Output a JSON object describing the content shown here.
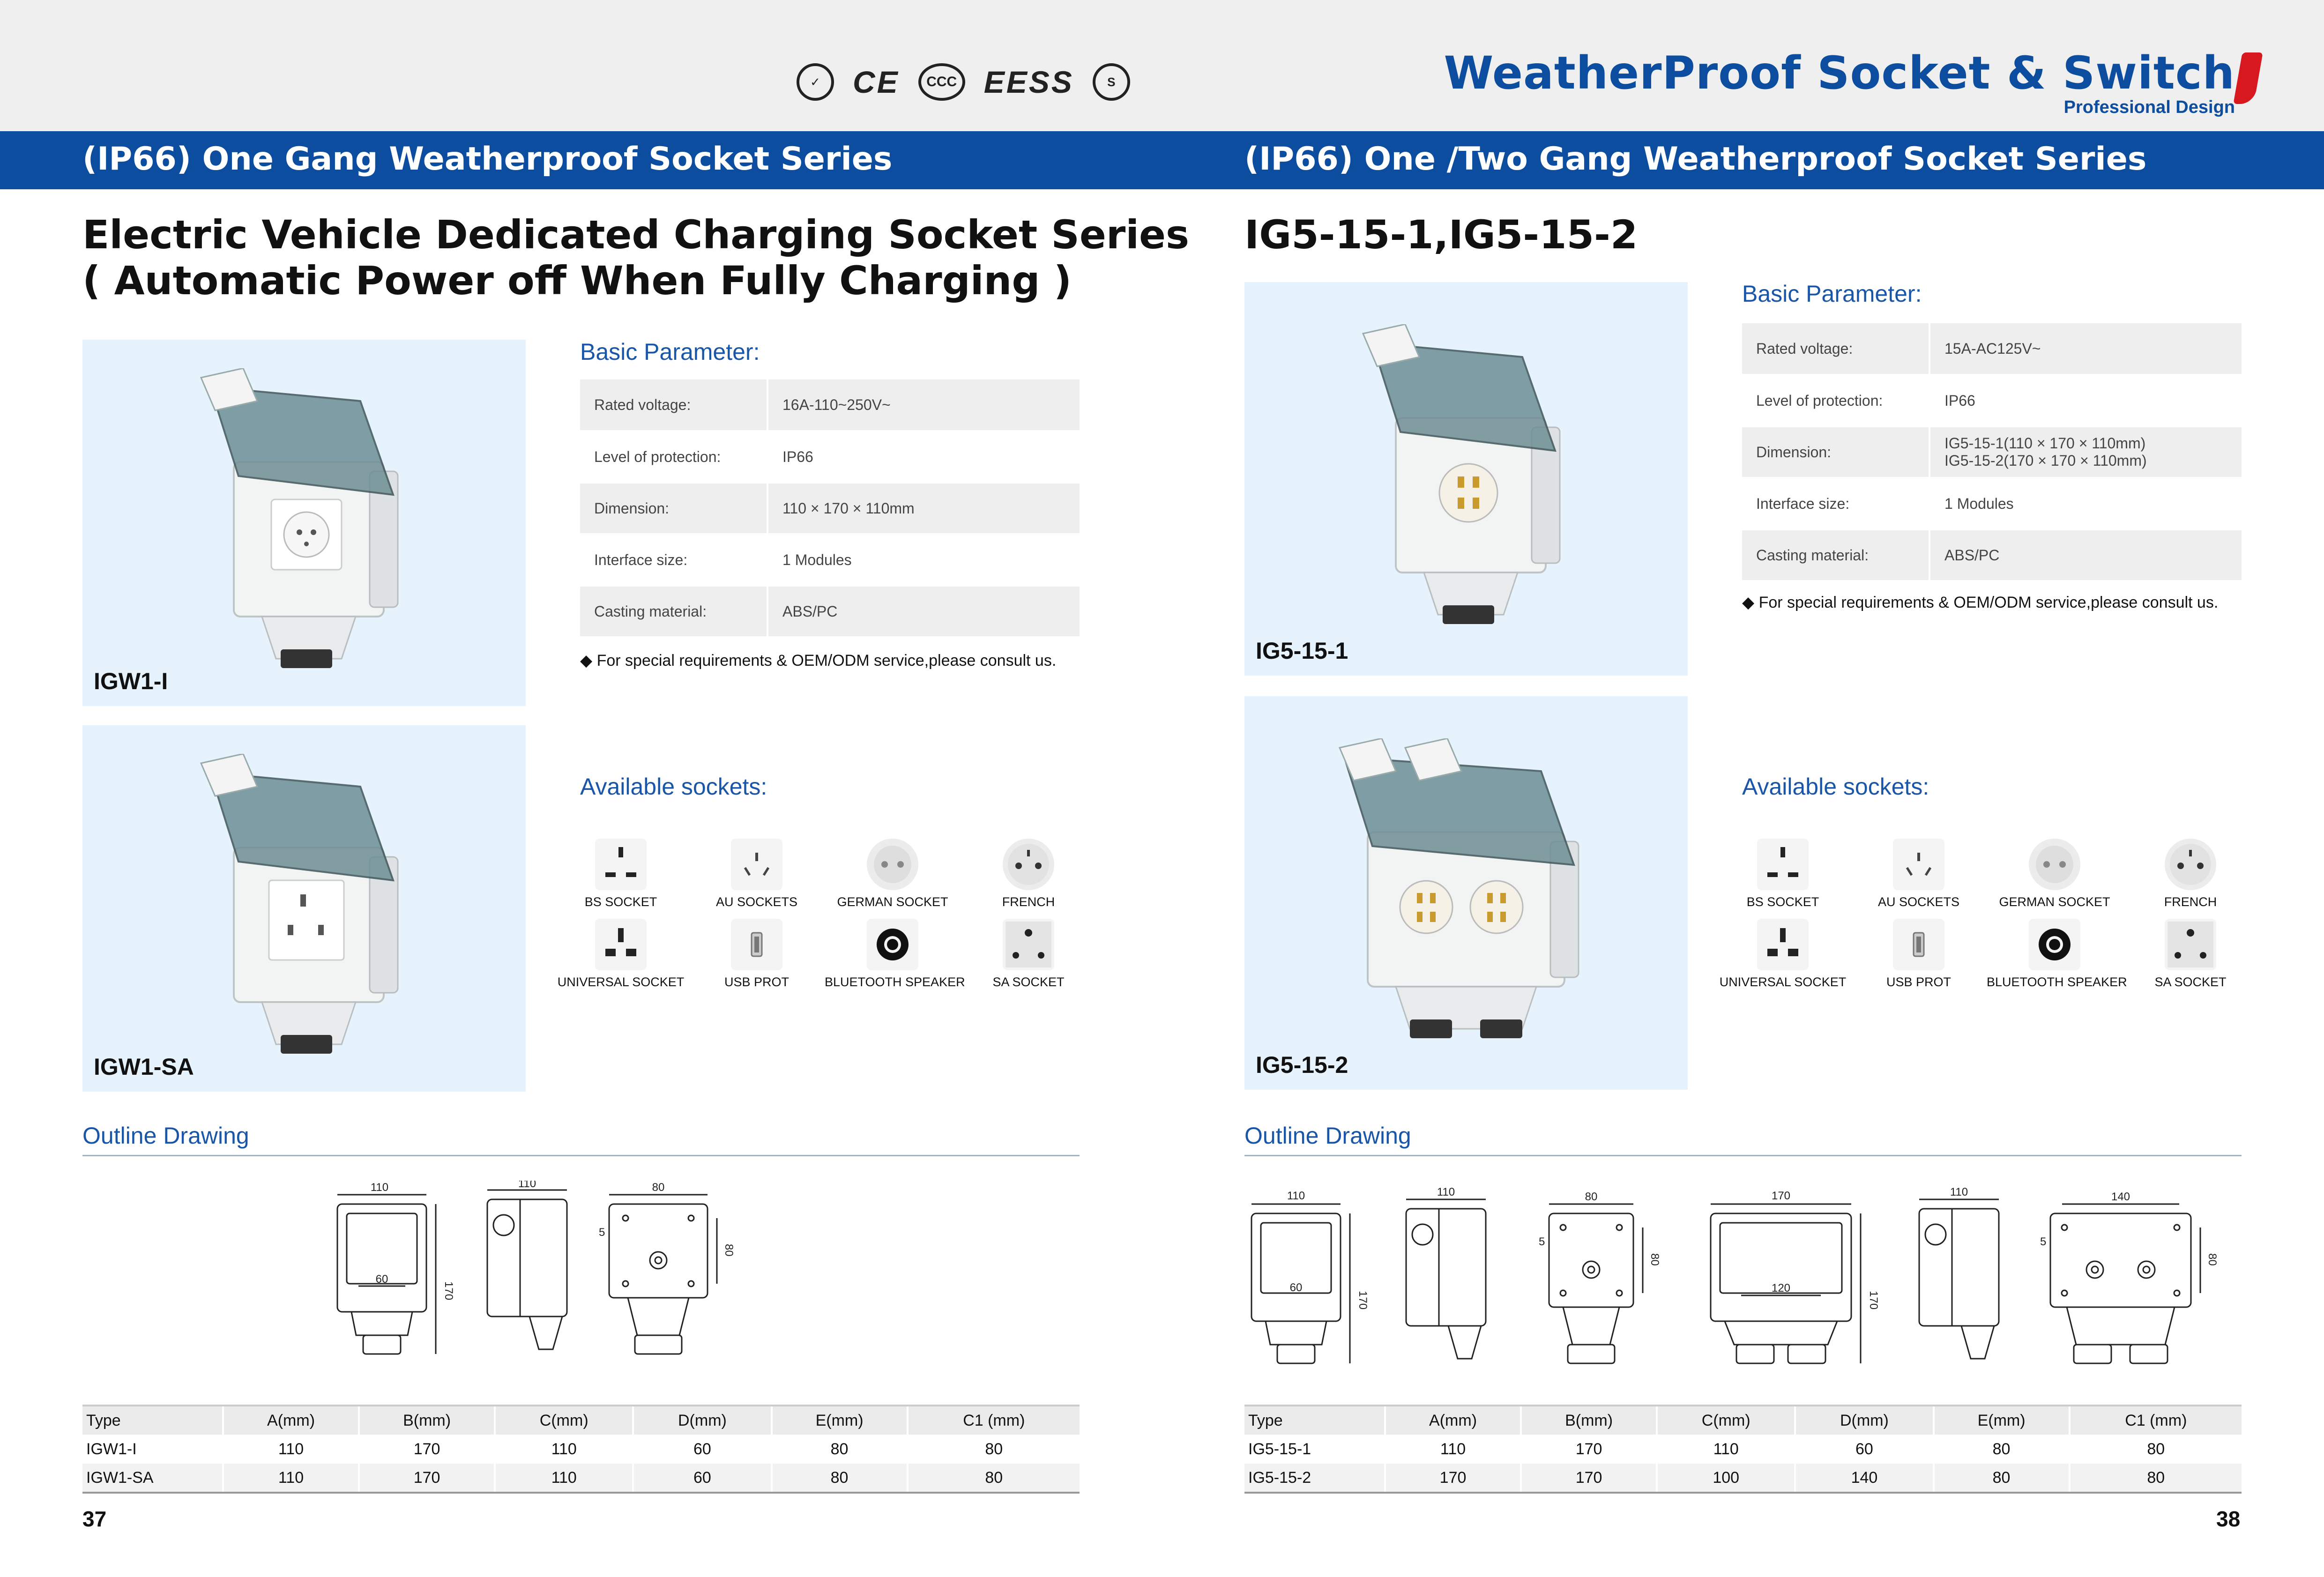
{
  "header": {
    "certs": [
      "✓",
      "CE",
      "CCC",
      "EESS",
      "S"
    ],
    "brand_name": "WeatherProof Socket & Switch",
    "brand_sub": "Professional Design",
    "brand_color": "#0c4d9f",
    "band_color": "#0c4d9f"
  },
  "left": {
    "band_title": "(IP66) One Gang Weatherproof Socket Series",
    "title_line1": "Electric Vehicle Dedicated Charging Socket Series",
    "title_line2": "( Automatic  Power off When Fully Charging )",
    "photos": [
      {
        "caption": "IGW1-I"
      },
      {
        "caption": "IGW1-SA"
      }
    ],
    "basic_heading": "Basic Parameter:",
    "params": [
      {
        "label": "Rated voltage:",
        "value": "16A-110~250V~"
      },
      {
        "label": "Level of protection:",
        "value": "IP66"
      },
      {
        "label": "Dimension:",
        "value": "110 × 170 × 110mm"
      },
      {
        "label": "Interface size:",
        "value": "1 Modules"
      },
      {
        "label": "Casting material:",
        "value": "ABS/PC"
      }
    ],
    "note": "◆ For special requirements & OEM/ODM service,please consult us.",
    "available_heading": "Available sockets:",
    "outline_heading": "Outline Drawing",
    "table": {
      "headers": [
        "Type",
        "A(mm)",
        "B(mm)",
        "C(mm)",
        "D(mm)",
        "E(mm)",
        "C1 (mm)"
      ],
      "rows": [
        [
          "IGW1-I",
          "110",
          "170",
          "110",
          "60",
          "80",
          "80"
        ],
        [
          "IGW1-SA",
          "110",
          "170",
          "110",
          "60",
          "80",
          "80"
        ]
      ]
    },
    "page_number": "37"
  },
  "right": {
    "band_title": "(IP66) One /Two Gang Weatherproof Socket Series",
    "title_line1": "IG5-15-1,IG5-15-2",
    "photos": [
      {
        "caption": "IG5-15-1"
      },
      {
        "caption": "IG5-15-2"
      }
    ],
    "basic_heading": "Basic Parameter:",
    "params": [
      {
        "label": "Rated voltage:",
        "value": "15A-AC125V~"
      },
      {
        "label": "Level of protection:",
        "value": "IP66"
      },
      {
        "label": "Dimension:",
        "value": "IG5-15-1(110 × 170 × 110mm)",
        "value2": "IG5-15-2(170 × 170 × 110mm)"
      },
      {
        "label": "Interface size:",
        "value": "1 Modules"
      },
      {
        "label": "Casting material:",
        "value": "ABS/PC"
      }
    ],
    "note": "◆ For special requirements & OEM/ODM service,please consult us.",
    "available_heading": "Available sockets:",
    "outline_heading": "Outline Drawing",
    "table": {
      "headers": [
        "Type",
        "A(mm)",
        "B(mm)",
        "C(mm)",
        "D(mm)",
        "E(mm)",
        "C1 (mm)"
      ],
      "rows": [
        [
          "IG5-15-1",
          "110",
          "170",
          "110",
          "60",
          "80",
          "80"
        ],
        [
          "IG5-15-2",
          "170",
          "170",
          "100",
          "140",
          "80",
          "80"
        ]
      ]
    },
    "page_number": "38"
  },
  "sockets": [
    {
      "label": "BS SOCKET",
      "icon": "bs-socket-icon"
    },
    {
      "label": "AU SOCKETS",
      "icon": "au-socket-icon"
    },
    {
      "label": "GERMAN SOCKET",
      "icon": "german-socket-icon"
    },
    {
      "label": "FRENCH",
      "icon": "french-socket-icon"
    },
    {
      "label": "UNIVERSAL SOCKET",
      "icon": "universal-socket-icon"
    },
    {
      "label": "USB PROT",
      "icon": "usb-port-icon"
    },
    {
      "label": "BLUETOOTH SPEAKER",
      "icon": "bluetooth-speaker-icon"
    },
    {
      "label": "SA SOCKET",
      "icon": "sa-socket-icon"
    }
  ],
  "drawing_labels": {
    "left": {
      "front_width": "110",
      "front_inner": "60",
      "front_height": "170",
      "side_width": "110",
      "back_width": "80",
      "back_offset": "5",
      "back_height": "80"
    },
    "right": {
      "a_width": "110",
      "a_inner": "60",
      "a_height": "170",
      "b_width": "110",
      "c_width": "80",
      "c_offset": "5",
      "c_height": "80",
      "d_width": "170",
      "d_inner": "120",
      "d_height": "170",
      "e_width": "110",
      "f_width": "140",
      "f_offset": "5",
      "f_height": "80"
    }
  }
}
